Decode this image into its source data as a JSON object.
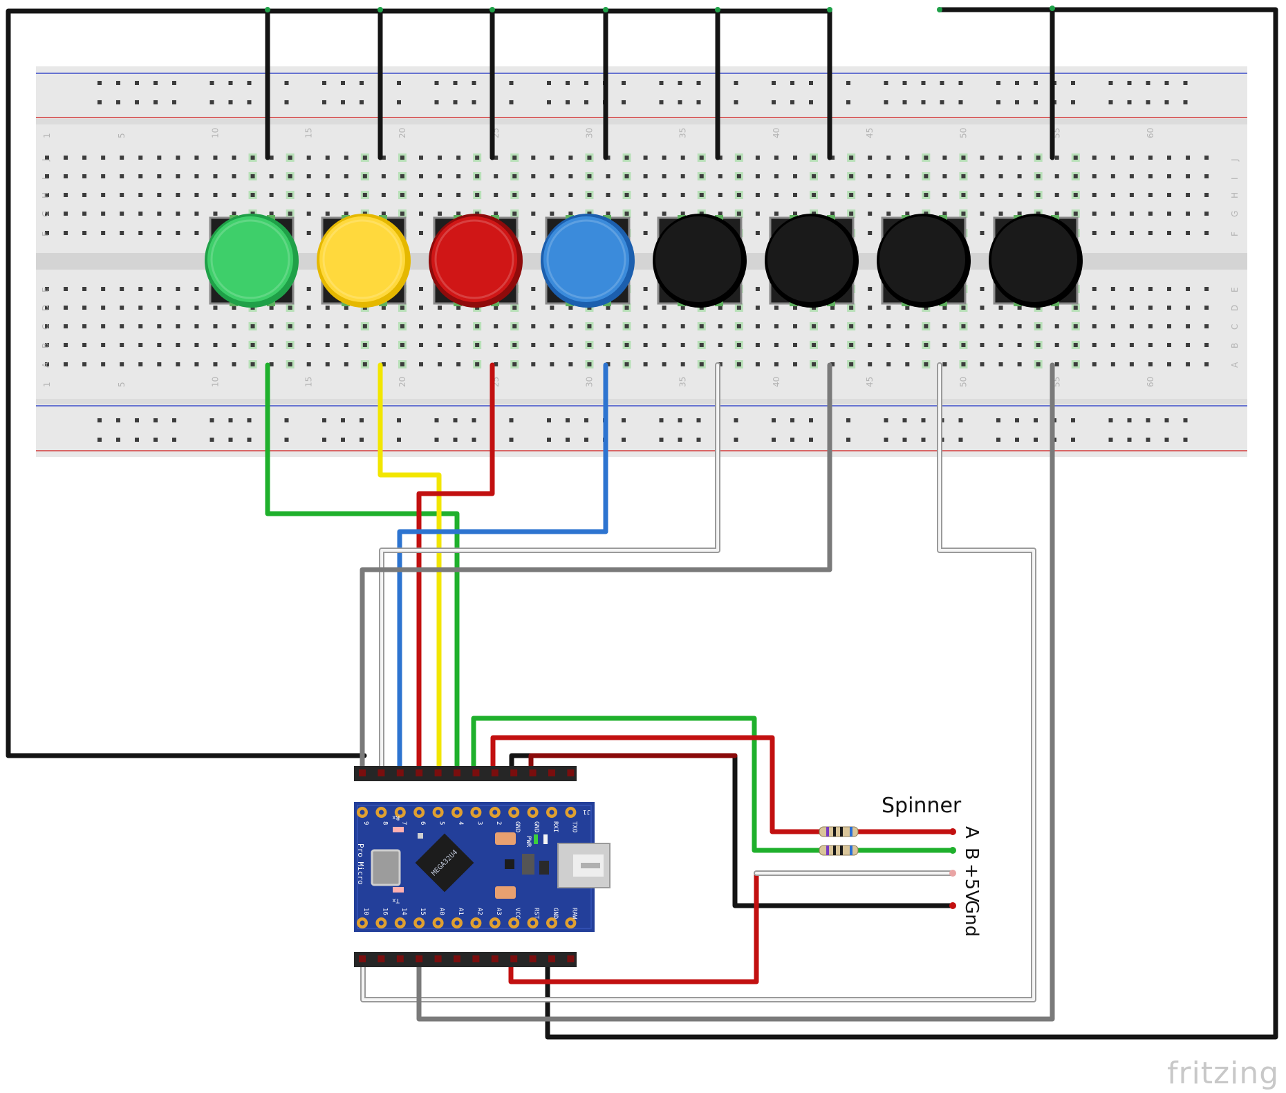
{
  "breadboard": {
    "column_numbers": [
      "1",
      "5",
      "10",
      "15",
      "20",
      "25",
      "30",
      "35",
      "40",
      "45",
      "50",
      "55",
      "60"
    ],
    "row_letters_top": [
      "J",
      "I",
      "H",
      "G",
      "F"
    ],
    "row_letters_bottom": [
      "E",
      "D",
      "C",
      "B",
      "A"
    ]
  },
  "buttons": [
    {
      "color": "green",
      "fill": "#3ecf6a",
      "ring": "#1fa048"
    },
    {
      "color": "yellow",
      "fill": "#ffd93d",
      "ring": "#e5b800"
    },
    {
      "color": "red",
      "fill": "#d01616",
      "ring": "#8f0b0b"
    },
    {
      "color": "blue",
      "fill": "#3b8bdb",
      "ring": "#1c5fae"
    },
    {
      "color": "black",
      "fill": "#1a1a1a",
      "ring": "#000000"
    },
    {
      "color": "black",
      "fill": "#1a1a1a",
      "ring": "#000000"
    },
    {
      "color": "black",
      "fill": "#1a1a1a",
      "ring": "#000000"
    },
    {
      "color": "black",
      "fill": "#1a1a1a",
      "ring": "#000000"
    }
  ],
  "board": {
    "name": "Pro Micro",
    "chip": "MEGA32U4",
    "top_pins": [
      "9",
      "8",
      "7",
      "6",
      "5",
      "4",
      "3",
      "2",
      "GND",
      "GND",
      "RXI",
      "TXO"
    ],
    "bottom_pins": [
      "10",
      "16",
      "14",
      "15",
      "A0",
      "A1",
      "A2",
      "A3",
      "VCC",
      "RST",
      "GND",
      "RAW"
    ],
    "rx_label": "Rx",
    "tx_label": "Tx",
    "pwr_label": "PWR",
    "j1_label": "J1"
  },
  "spinner": {
    "title": "Spinner",
    "labels": [
      "A",
      "B",
      "+5V",
      "Gnd"
    ]
  },
  "brand": "fritzing",
  "colors": {
    "wire_black": "#141414",
    "wire_green": "#1fb02c",
    "wire_yellow": "#f2e600",
    "wire_red": "#c21010",
    "wire_blue": "#2d74d0",
    "wire_white": "#f4f4f4",
    "wire_gray": "#7a7a7a",
    "breadboard": "#e8e8e8",
    "board_blue": "#233f9a"
  }
}
